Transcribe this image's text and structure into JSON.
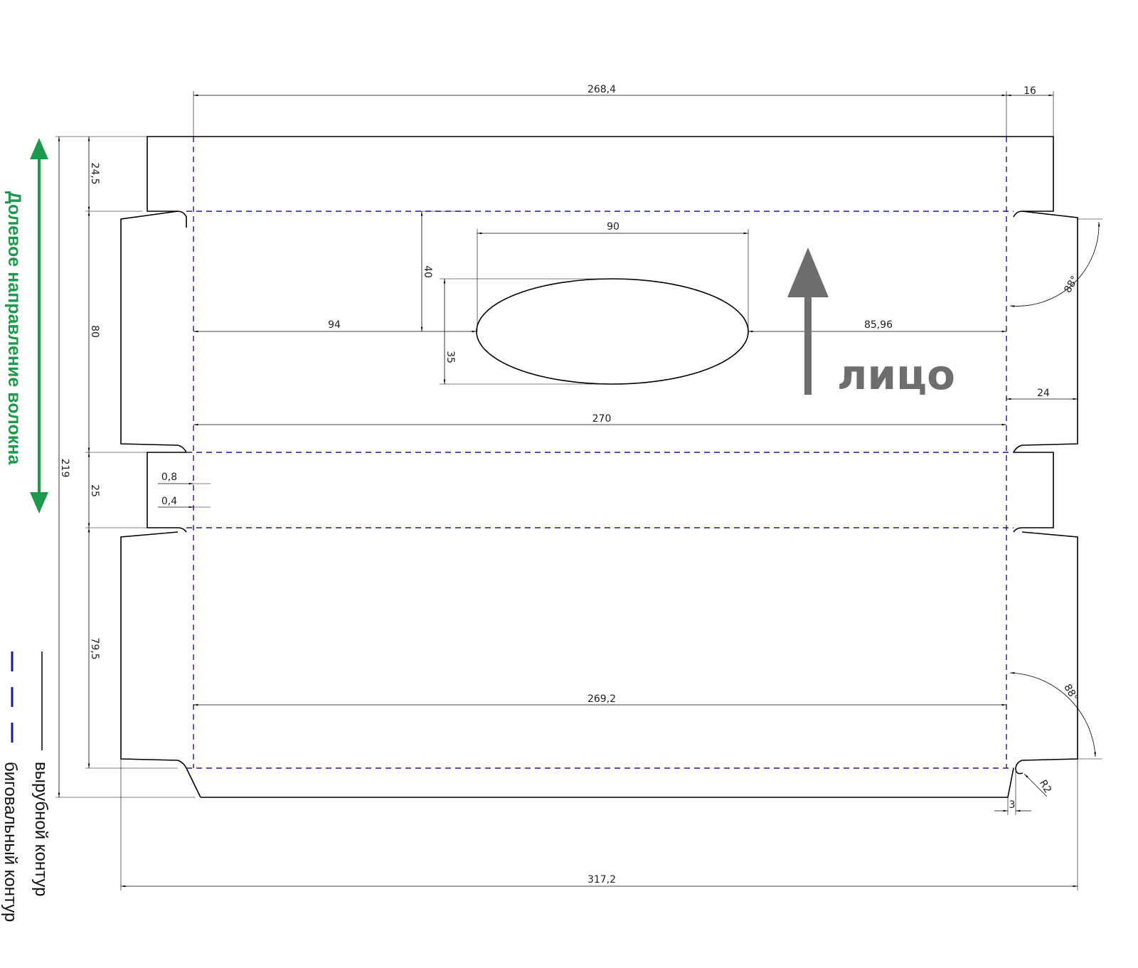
{
  "colors": {
    "cut_line": "#000000",
    "crease_line": "#1a1a9c",
    "grain_arrow": "#1a9a4a",
    "face_arrow": "#6e6e6e"
  },
  "dimensions": {
    "top_width": "268,4",
    "glue_flap": "16",
    "top_flap_height": "24,5",
    "front_panel_height": "80",
    "total_height": "219",
    "narrow_panel_height": "25",
    "bottom_panel_height": "79,5",
    "offset_large": "0,8",
    "offset_small": "0,4",
    "window_width": "90",
    "window_top_offset": "40",
    "window_height": "35",
    "window_left_offset": "94",
    "window_right_offset": "85,96",
    "front_panel_width": "270",
    "side_flap_width": "24",
    "angle_top": "88°",
    "angle_bottom": "88°",
    "bottom_panel_width": "269,2",
    "corner_radius": "R2",
    "notch_depth": "3",
    "total_width": "317,2"
  },
  "labels": {
    "face_side": "лицо",
    "grain_direction": "Долевое направление волокна",
    "legend_cut": "вырубной контур",
    "legend_crease": "биговальный контур"
  }
}
